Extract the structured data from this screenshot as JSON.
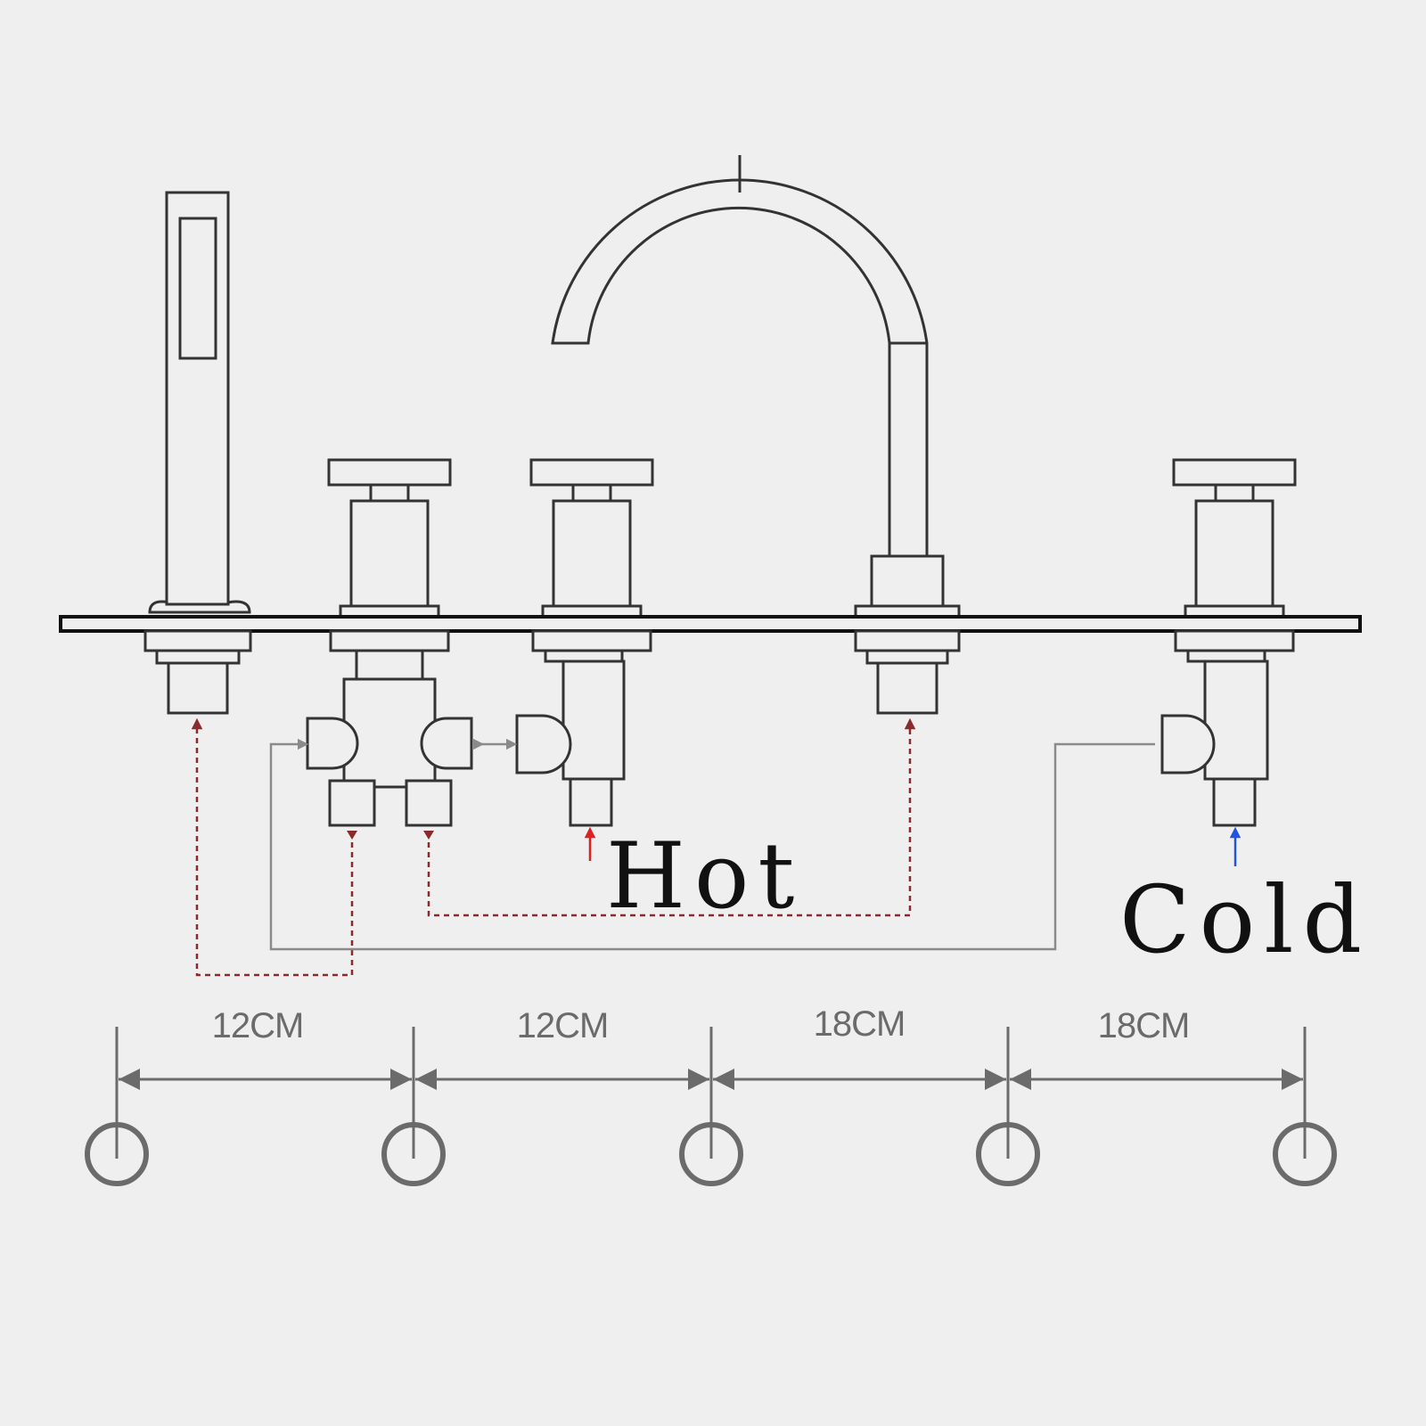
{
  "labels": {
    "hot": "Hot",
    "cold": "Cold"
  },
  "spacings": [
    {
      "label": "12CM",
      "value_cm": 12
    },
    {
      "label": "12CM",
      "value_cm": 12
    },
    {
      "label": "18CM",
      "value_cm": 18
    },
    {
      "label": "18CM",
      "value_cm": 18
    }
  ],
  "colors": {
    "background": "#efefef",
    "outline": "#333333",
    "hot_pipe": "#8b2a2a",
    "cold_pipe": "#8a8a8a",
    "hot_arrow": "#e02020",
    "cold_arrow": "#2255dd",
    "dimension": "#6b6b6b"
  }
}
